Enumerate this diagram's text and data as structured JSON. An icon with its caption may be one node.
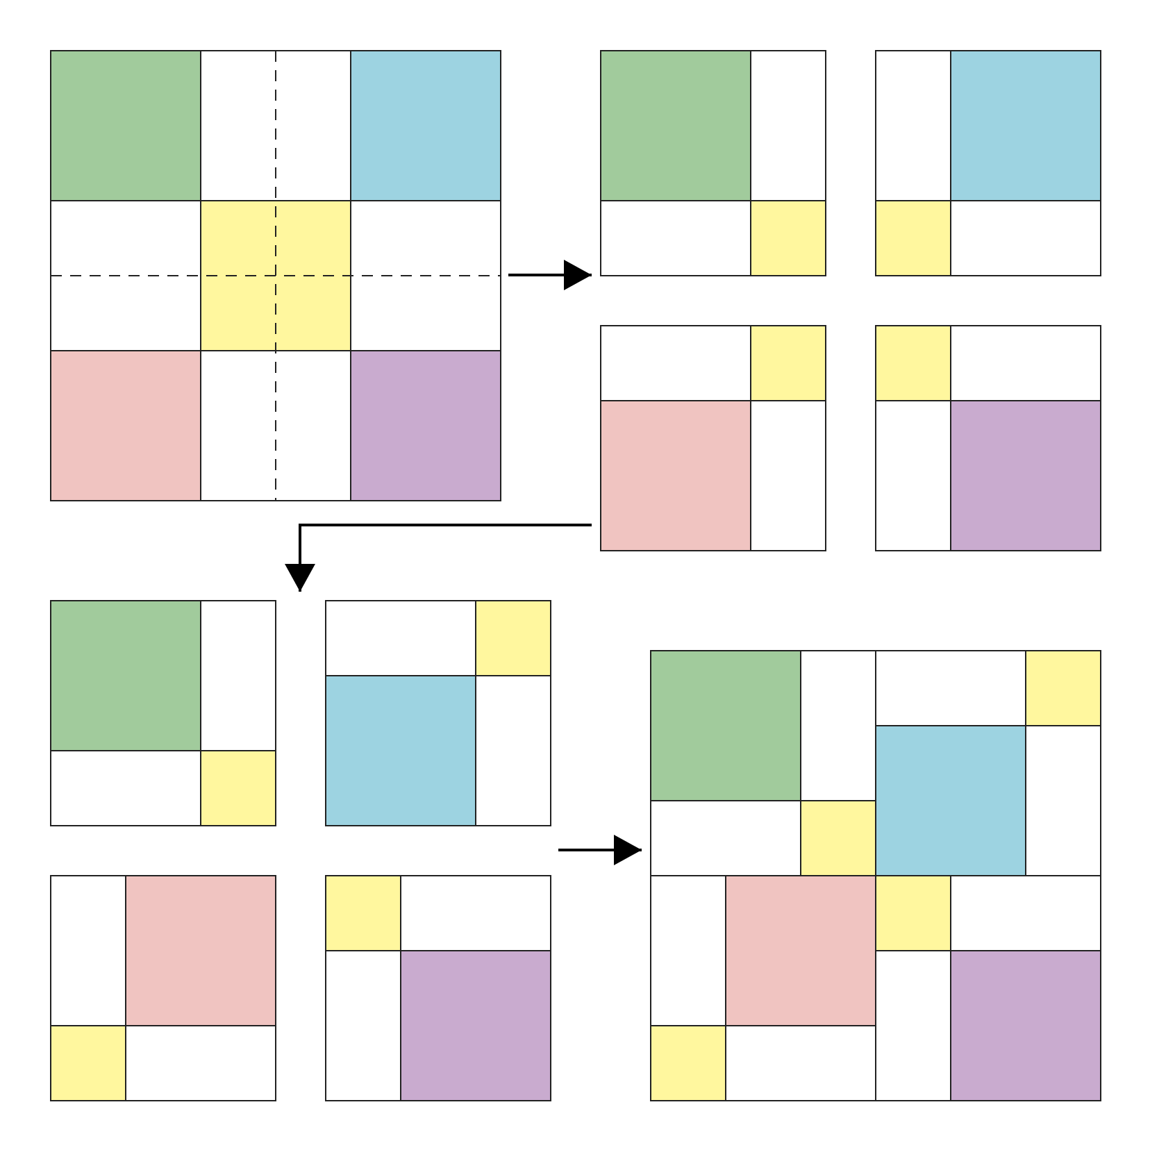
{
  "diagram": {
    "nodes": [
      {
        "text": [],
        "shape": "picture"
      },
      {
        "text": [],
        "shape": "picture"
      },
      {
        "text": [],
        "shape": "picture"
      },
      {
        "text": [],
        "shape": "picture"
      }
    ],
    "edges": [
      {
        "from": 0,
        "to": 1,
        "arrow": "to"
      },
      {
        "from": 1,
        "to": 2,
        "arrow": "to"
      },
      {
        "from": 2,
        "to": 3,
        "arrow": "to"
      }
    ]
  }
}
